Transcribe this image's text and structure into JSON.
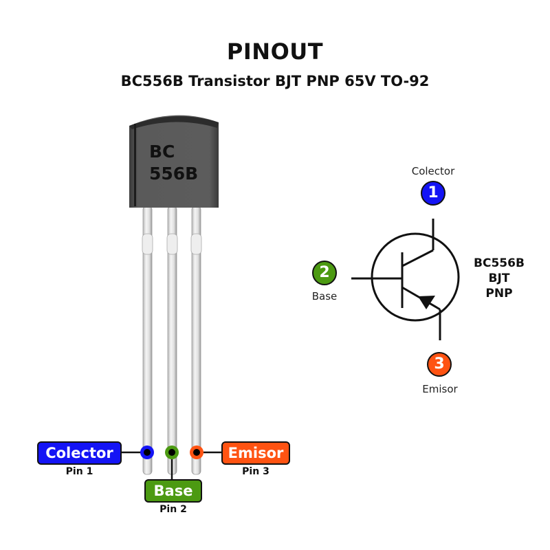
{
  "header": {
    "title": "PINOUT",
    "subtitle": "BC556B Transistor BJT PNP 65V TO-92"
  },
  "package": {
    "marking_line1": "BC",
    "marking_line2": "556B"
  },
  "colors": {
    "collector": "#1414f5",
    "base": "#4c9a12",
    "emitter": "#ff5312"
  },
  "pins": [
    {
      "number": "1",
      "name": "Colector",
      "sub": "Pin 1"
    },
    {
      "number": "2",
      "name": "Base",
      "sub": "Pin 2"
    },
    {
      "number": "3",
      "name": "Emisor",
      "sub": "Pin 3"
    }
  ],
  "schematic": {
    "collector_label": "Colector",
    "base_label": "Base",
    "emitter_label": "Emisor",
    "part_line1": "BC556B",
    "part_line2": "BJT",
    "part_line3": "PNP"
  }
}
